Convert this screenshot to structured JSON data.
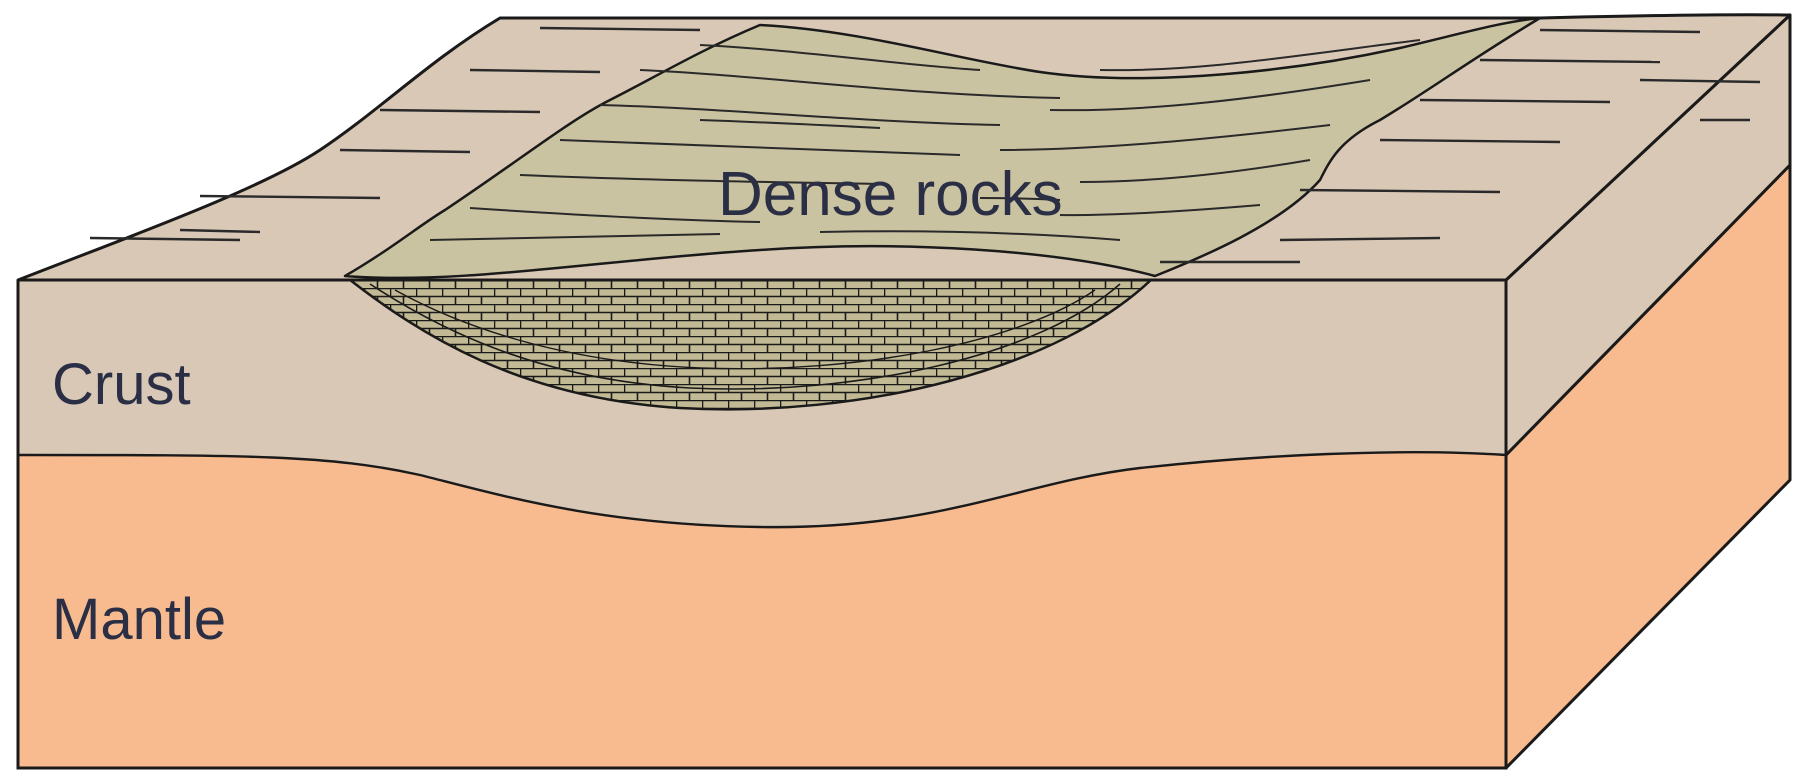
{
  "labels": {
    "dense_rocks": "Dense rocks",
    "crust": "Crust",
    "mantle": "Mantle"
  },
  "colors": {
    "crust": "#d9c8b5",
    "mantle": "#f8bb8f",
    "dense_rocks": "#cac3a2",
    "dense_rocks_blocks": "#c2b995",
    "outline": "#1a1a1a",
    "label_text": "#2a2f45"
  }
}
